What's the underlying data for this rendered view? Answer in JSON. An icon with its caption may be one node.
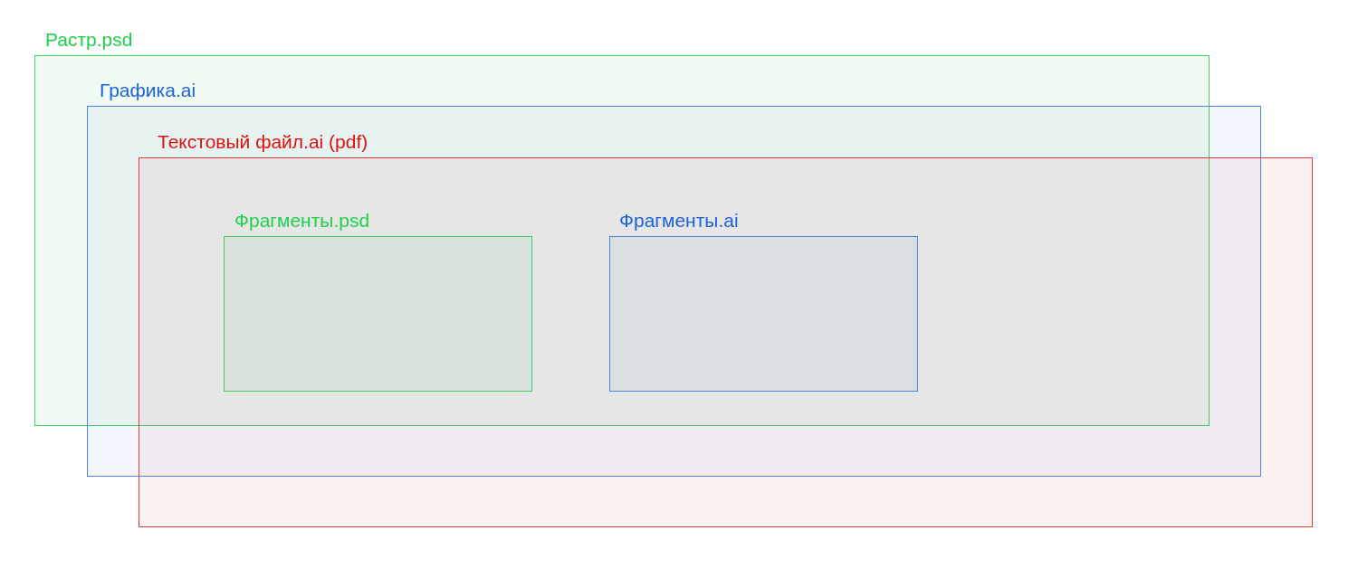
{
  "diagram": {
    "nodes": [
      {
        "text": [
          "Растр.psd"
        ]
      },
      {
        "text": [
          "Графика.ai"
        ]
      },
      {
        "text": [
          "Текстовый файл.ai (pdf)"
        ]
      },
      {
        "text": [
          "Фрагменты.psd"
        ]
      },
      {
        "text": [
          "Фрагменты.ai"
        ]
      }
    ]
  }
}
